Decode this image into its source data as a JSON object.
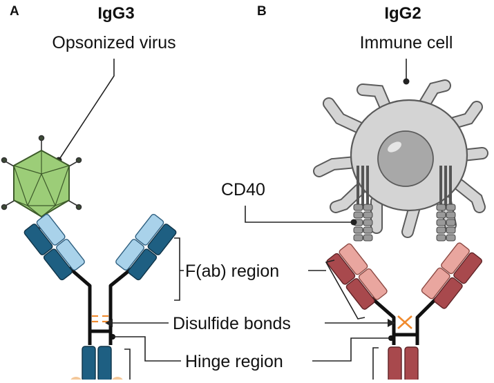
{
  "panel_a": {
    "letter": "A",
    "title": "IgG3",
    "subtitle": "Opsonized virus"
  },
  "panel_b": {
    "letter": "B",
    "title": "IgG2",
    "subtitle": "Immune cell",
    "receptor_label": "CD40"
  },
  "labels": {
    "fab": "F(ab) region",
    "disulfide": "Disulfide bonds",
    "hinge": "Hinge region"
  },
  "colors": {
    "igg3_heavy": "#1e5f82",
    "igg3_light": "#a9d2ea",
    "igg2_heavy": "#a8494d",
    "igg2_light": "#e9a69f",
    "virus": "#9ccd78",
    "cell": "#d4d4d4",
    "disulfide": "#f08a2e",
    "cd40": "#9a9a9a"
  },
  "icons": {
    "virus": "icosahedral-virus-icon",
    "cell": "dendritic-immune-cell-icon",
    "antibody": "antibody-y-shape-icon"
  }
}
